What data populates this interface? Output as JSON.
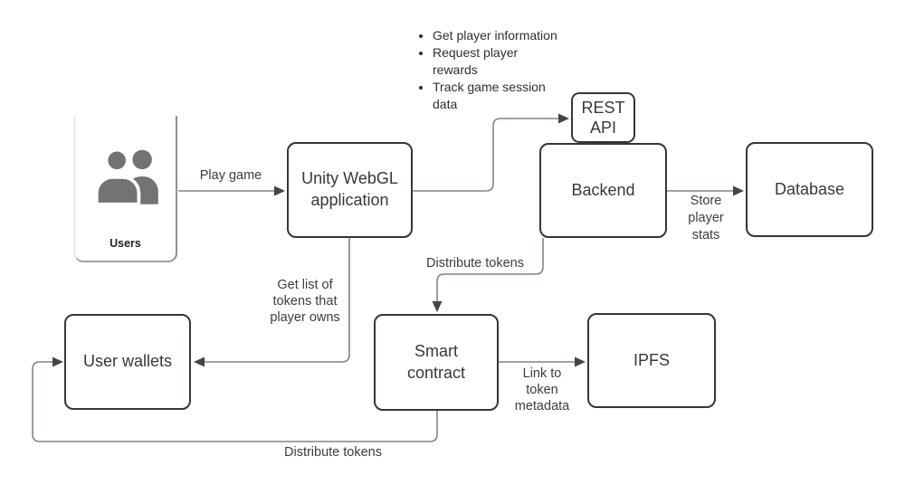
{
  "diagram": {
    "nodes": {
      "unity": {
        "label": [
          "Unity WebGL",
          "application"
        ]
      },
      "rest_api": {
        "label": [
          "REST",
          "API"
        ]
      },
      "backend": {
        "label": "Backend"
      },
      "database": {
        "label": "Database"
      },
      "user_wallets": {
        "label": "User wallets"
      },
      "smart_contract": {
        "label": [
          "Smart",
          "contract"
        ]
      },
      "ipfs": {
        "label": "IPFS"
      },
      "users_card": {
        "label": "Users"
      }
    },
    "annotations": {
      "api_actions": {
        "items": [
          [
            "Get player information"
          ],
          [
            "Request player",
            "rewards"
          ],
          [
            "Track game session",
            "data"
          ]
        ]
      }
    },
    "edge_labels": {
      "play_game": "Play game",
      "store_player_stats": [
        "Store",
        "player",
        "stats"
      ],
      "distribute_tokens_mid": "Distribute tokens",
      "get_list_of_tokens": [
        "Get list of",
        "tokens that",
        "player owns"
      ],
      "link_to_token_metadata": [
        "Link to",
        "token",
        "metadata"
      ],
      "distribute_tokens_bottom": "Distribute tokens"
    },
    "colors": {
      "box-border": "#33363b",
      "connector": "#7e848c",
      "arrowhead": "#41454c",
      "icon-gray": "#737373",
      "text": "#383838"
    }
  }
}
